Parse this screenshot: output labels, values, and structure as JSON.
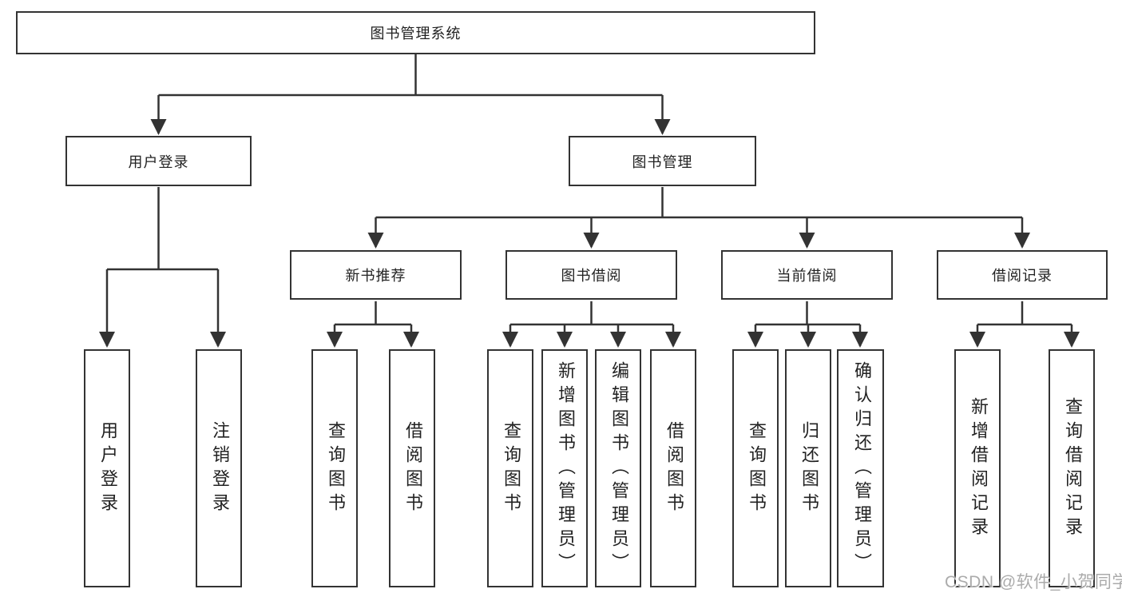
{
  "colors": {
    "line": "#333333",
    "box_border": "#333333",
    "text": "#222222",
    "background": "#ffffff",
    "watermark": "#ababab"
  },
  "diagram": {
    "root": {
      "label": "图书管理系统"
    },
    "level1": [
      {
        "label": "用户登录"
      },
      {
        "label": "图书管理"
      }
    ],
    "level2": [
      {
        "label": "新书推荐"
      },
      {
        "label": "图书借阅"
      },
      {
        "label": "当前借阅"
      },
      {
        "label": "借阅记录"
      }
    ],
    "level3": {
      "user_login": [
        "用户登录",
        "注销登录"
      ],
      "new_book_recommend": [
        "查询图书",
        "借阅图书"
      ],
      "book_borrow": [
        "查询图书",
        "新增图书（管理员）",
        "编辑图书（管理员）",
        "借阅图书"
      ],
      "current_borrow": [
        "查询图书",
        "归还图书",
        "确认归还（管理员）"
      ],
      "borrow_records": [
        "新增借阅记录",
        "查询借阅记录"
      ]
    }
  },
  "watermark": {
    "text": "CSDN @软件_小贺同学"
  }
}
